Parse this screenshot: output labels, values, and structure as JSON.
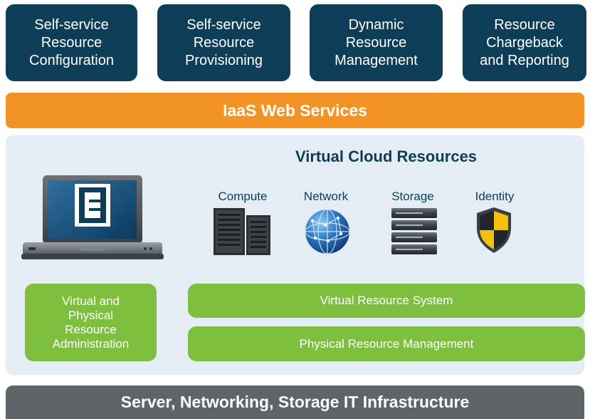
{
  "top_boxes": [
    {
      "lines": [
        "Self-service",
        "Resource",
        "Configuration"
      ]
    },
    {
      "lines": [
        "Self-service",
        "Resource",
        "Provisioning"
      ]
    },
    {
      "lines": [
        "Dynamic",
        "Resource",
        "Management"
      ]
    },
    {
      "lines": [
        "Resource",
        "Chargeback",
        "and Reporting"
      ]
    }
  ],
  "web_services_bar": "IaaS Web Services",
  "virtual_cloud": {
    "title": "Virtual Cloud Resources",
    "resources": [
      {
        "label": "Compute",
        "icon": "server-rack-icon"
      },
      {
        "label": "Network",
        "icon": "globe-network-icon"
      },
      {
        "label": "Storage",
        "icon": "storage-stack-icon"
      },
      {
        "label": "Identity",
        "icon": "shield-icon"
      }
    ]
  },
  "laptop": {
    "icon": "laptop-icon",
    "screen_logo": "e-logo-icon"
  },
  "admin_box": {
    "lines": [
      "Virtual and",
      "Physical",
      "Resource",
      "Administration"
    ]
  },
  "virtual_resource_system": "Virtual Resource System",
  "physical_resource_management": "Physical Resource Management",
  "infrastructure_bar": "Server, Networking, Storage IT Infrastructure",
  "colors": {
    "navy": "#0e3d58",
    "orange": "#f39325",
    "green": "#7ebf3f",
    "panel": "#e4edf4",
    "gray": "#5e6468"
  }
}
